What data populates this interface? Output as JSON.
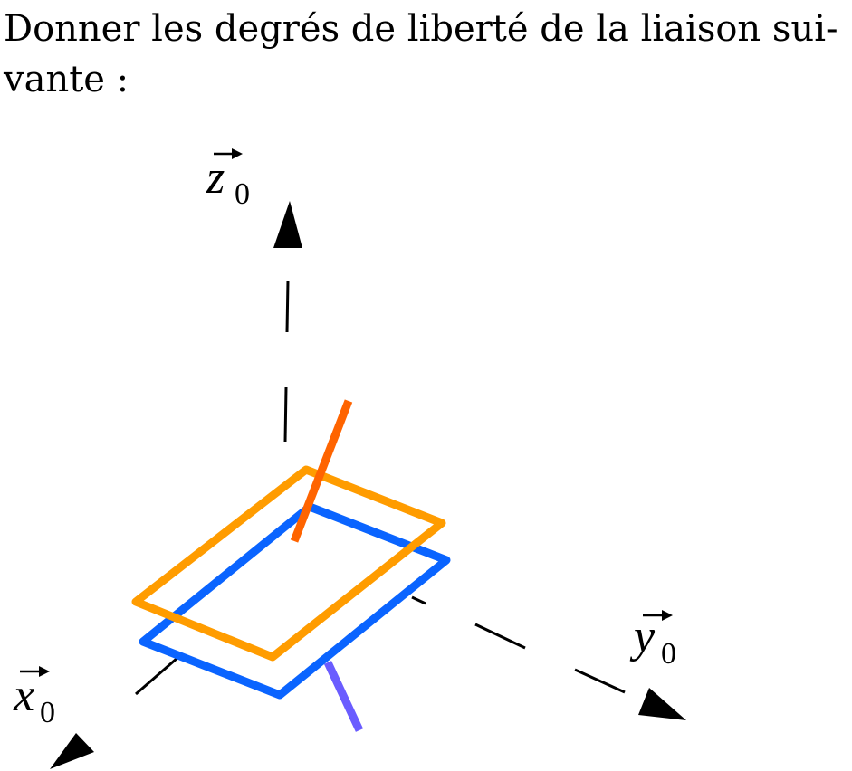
{
  "question": {
    "line1": "Donner les degrés de liberté de la liaison sui-",
    "line2": "vante :"
  },
  "diagram": {
    "axes": {
      "z": {
        "letter": "z",
        "subscript": "0"
      },
      "y": {
        "letter": "y",
        "subscript": "0"
      },
      "x": {
        "letter": "x",
        "subscript": "0"
      }
    },
    "colors": {
      "axis": "#000000",
      "upper_plate": "#ff9c00",
      "lower_plate": "#0a64ff",
      "upper_rod": "#ff6400",
      "lower_rod": "#6a5cff"
    }
  }
}
